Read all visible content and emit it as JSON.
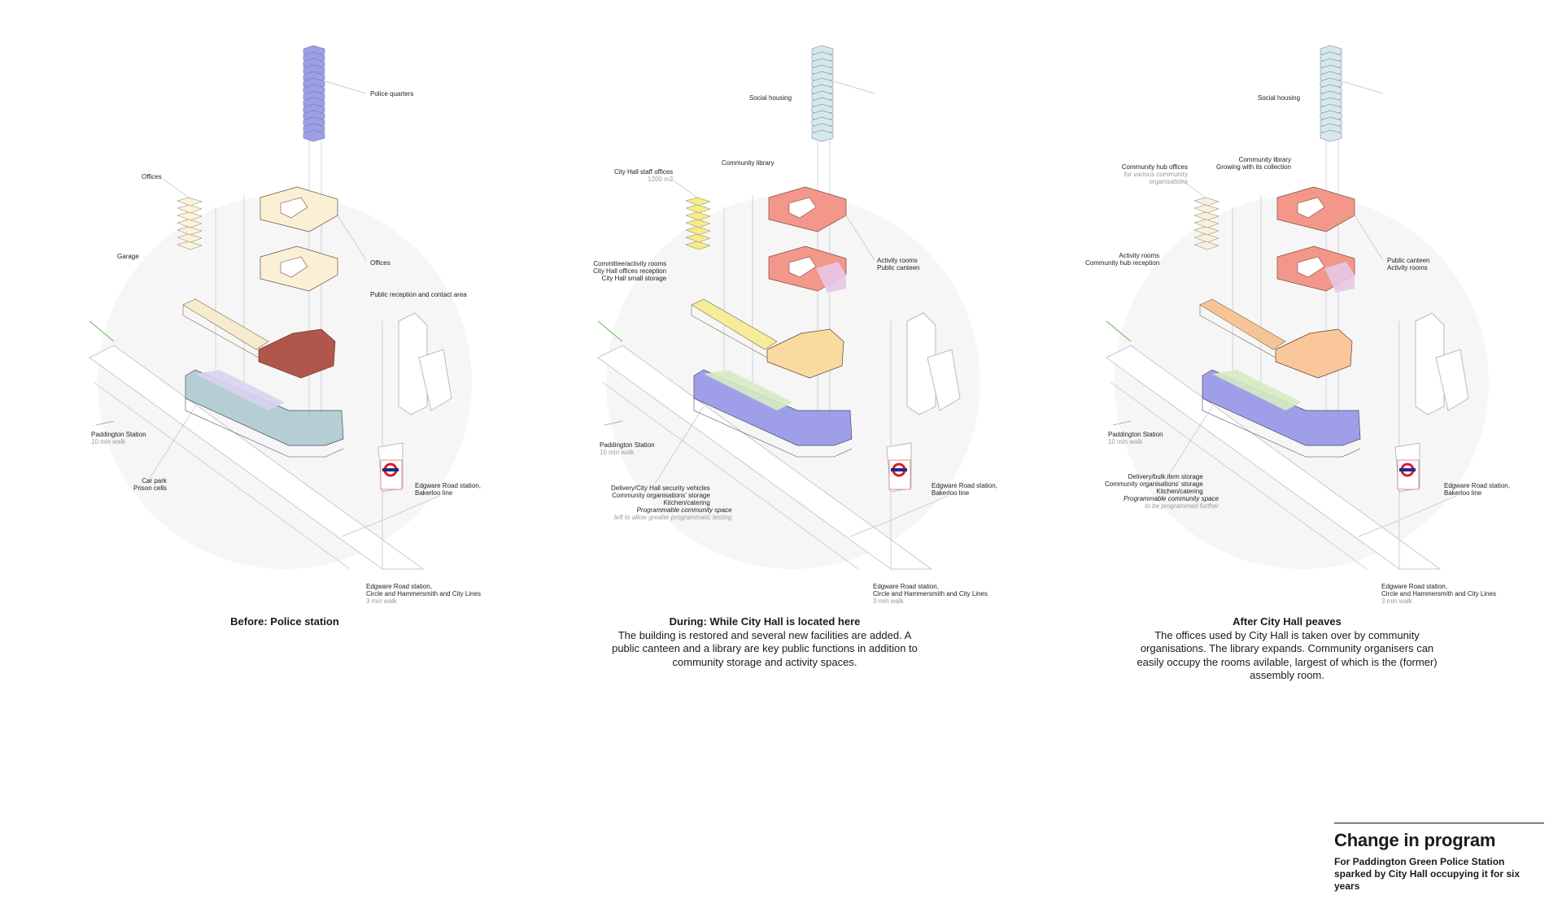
{
  "panels": [
    {
      "caption_title": "Before: Police station",
      "caption_body": "",
      "labels": {
        "tower": "Police quarters",
        "offices_left": "Offices",
        "garage": "Garage",
        "offices_right": "Offices",
        "reception": "Public reception and contact area",
        "paddington": "Paddington Station",
        "paddington_walk": "10 min walk",
        "carpark": "Car park\nPrison cells",
        "edgware_bakerloo": "Edgware Road station,\nBakerloo line",
        "edgware_circle": "Edgware Road station,\nCircle and Hammersmith and City Lines",
        "edgware_walk": "3 min walk"
      },
      "colors": {
        "tower": "#9c9ee6",
        "stack": "#fbf3dc",
        "pent_top": "#f9f0d6",
        "pent_mid": "#f9f0d6",
        "reception": "#b0564a",
        "bar": "#f6ebcf",
        "base": "#a9c7cc",
        "base_accent": "#d9d3f0"
      }
    },
    {
      "caption_title": "During: While City Hall is located here",
      "caption_body": "The building is restored and several new facilities are added. A public canteen and a library are key public functions in addition to community storage and activity spaces.",
      "labels": {
        "tower": "Social housing",
        "stack": "City Hall staff offices",
        "stack_sub": "1200 m2",
        "library": "Community library",
        "committee": "Committee/activity rooms\nCity Hall offices reception\nCity Hall small storage",
        "activity": "Activity rooms\nPublic canteen",
        "paddington": "Paddington Station",
        "paddington_walk": "10 min walk",
        "delivery": "Delivery/City Hall security vehicles\nCommunity organisations' storage\nKitchen/catering",
        "programmable": "Programmable community space",
        "programmable_sub": "left to allow greater programmatic testing",
        "edgware_bakerloo": "Edgware Road station,\nBakerloo line",
        "edgware_circle": "Edgware Road station,\nCircle and Hammersmith and City Lines",
        "edgware_walk": "3 min walk"
      },
      "colors": {
        "tower": "#d6e8ea",
        "stack": "#f7ec8a",
        "pent_top": "#f2978a",
        "pent_mid": "#f2978a",
        "pent_mid_accent": "#e8c7e6",
        "reception": "#f9dba0",
        "bar": "#f5ec9c",
        "base": "#8f8fe6",
        "base_accent": "#d6ebc2"
      }
    },
    {
      "caption_title": "After City Hall peaves",
      "caption_body": "The offices used by City Hall is taken over by community organisations. The library expands. Community organisers can easily occupy the rooms avilable, largest of which is the (former) assembly room.",
      "labels": {
        "tower": "Social housing",
        "stack": "Community hub offices",
        "stack_sub": "for various community organisations",
        "library": "Community library\nGrowing with its collection",
        "activity_left": "Activity rooms\nCommunity hub reception",
        "canteen": "Public canteen\nActivity rooms",
        "paddington": "Paddington Station",
        "paddington_walk": "10 min walk",
        "delivery": "Delivery/bulk item storage\nCommunity organisations' storage\nKitchen/catering",
        "programmable": "Programmable community space",
        "programmable_sub": "to be programmed further",
        "edgware_bakerloo": "Edgware Road station,\nBakerloo line",
        "edgware_circle": "Edgware Road station,\nCircle and Hammersmith and City Lines",
        "edgware_walk": "3 min walk"
      },
      "colors": {
        "tower": "#d6e8ea",
        "stack": "#f8f1df",
        "pent_top": "#f2978a",
        "pent_mid": "#f2978a",
        "pent_mid_accent": "#e8c7e6",
        "reception": "#f9c79a",
        "bar": "#f7c497",
        "base": "#8f8fe6",
        "base_accent": "#d6ebc2"
      }
    }
  ],
  "title_block": {
    "title": "Change in program",
    "subtitle": "For Paddington Green Police Station sparked by City Hall occupying it for six years"
  },
  "icons": {
    "underground": "underground-roundel-icon",
    "arrow": "arrow-left-icon"
  }
}
